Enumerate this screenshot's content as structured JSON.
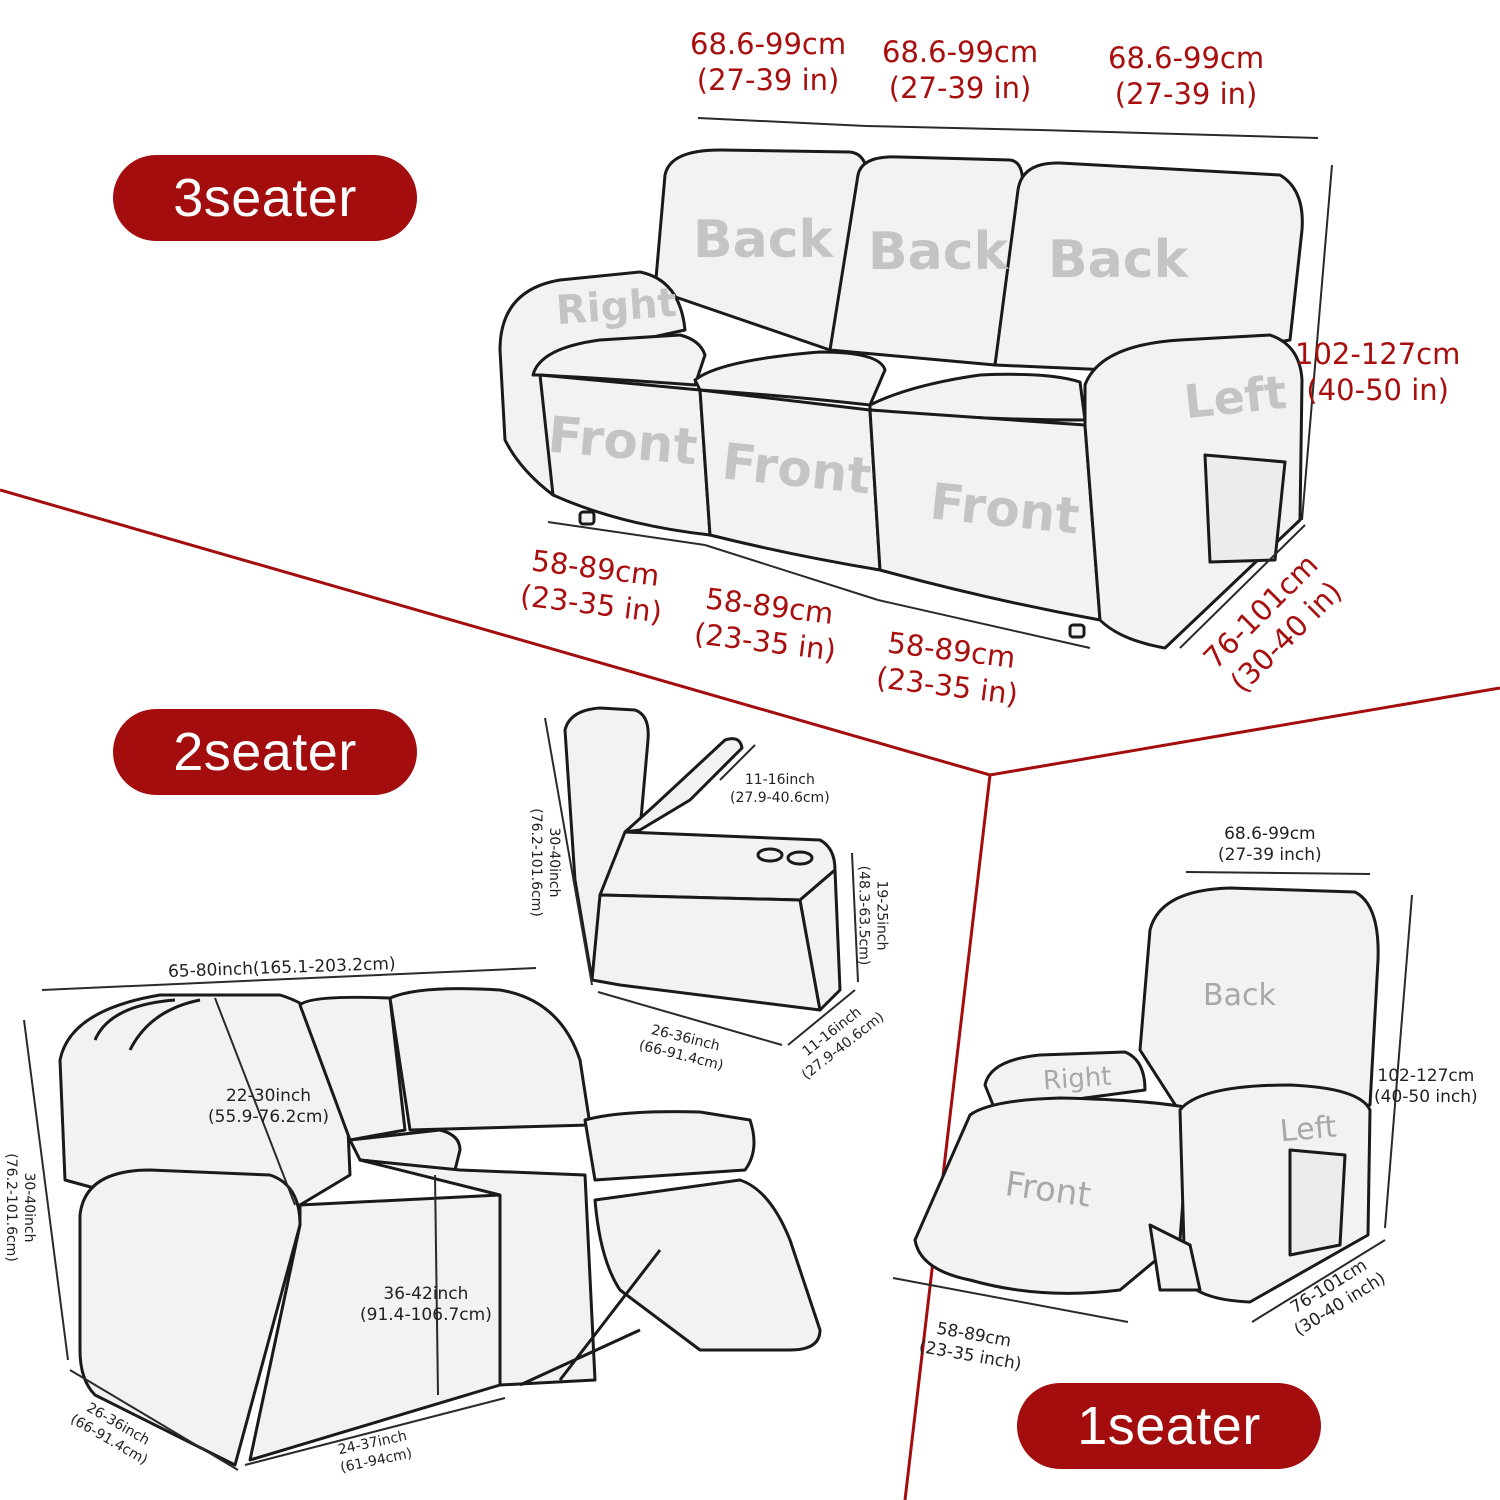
{
  "badges": {
    "three_seater": "3seater",
    "two_seater": "2seater",
    "one_seater": "1seater"
  },
  "three_seater": {
    "labels": {
      "back": "Back",
      "right": "Right",
      "front": "Front",
      "left": "Left"
    },
    "dims": {
      "back_width_cm": "68.6-99cm",
      "back_width_in": "(27-39 in)",
      "seat_width_cm": "58-89cm",
      "seat_width_in": "(23-35 in)",
      "height_cm": "102-127cm",
      "height_in": "(40-50 in)",
      "depth_cm": "76-101cm",
      "depth_in": "(30-40 in)"
    }
  },
  "two_seater": {
    "dims": {
      "total_width": "65-80inch(165.1-203.2cm)",
      "back_height": "22-30inch",
      "back_height_cm": "(55.9-76.2cm)",
      "height": "30-40inch",
      "height_cm": "(76.2-101.6cm)",
      "seat_depth": "36-42inch",
      "seat_depth_cm": "(91.4-106.7cm)",
      "side_depth": "26-36inch",
      "side_depth_cm": "(66-91.4cm)",
      "seat_width": "24-37inch",
      "seat_width_cm": "(61-94cm)",
      "console_lid": "11-16inch",
      "console_lid_cm": "(27.9-40.6cm)",
      "console_height": "19-25inch",
      "console_height_cm": "(48.3-63.5cm)",
      "console_width": "11-16inch",
      "console_width_cm": "(27.9-40.6cm)"
    }
  },
  "one_seater": {
    "labels": {
      "back": "Back",
      "right": "Right",
      "left": "Left",
      "front": "Front"
    },
    "dims": {
      "back_width_cm": "68.6-99cm",
      "back_width_in": "(27-39 inch)",
      "height_cm": "102-127cm",
      "height_in": "(40-50 inch)",
      "seat_width_cm": "58-89cm",
      "seat_width_in": "(23-35 inch)",
      "depth_cm": "76-101cm",
      "depth_in": "(30-40 inch)"
    }
  },
  "colors": {
    "badge": "#a30d0d",
    "dimension_text": "#a80f0f",
    "divider": "#a30d0d",
    "outline": "#1a1a1a",
    "fill": "#f2f2f2",
    "section_label": "#c4c4c4"
  }
}
